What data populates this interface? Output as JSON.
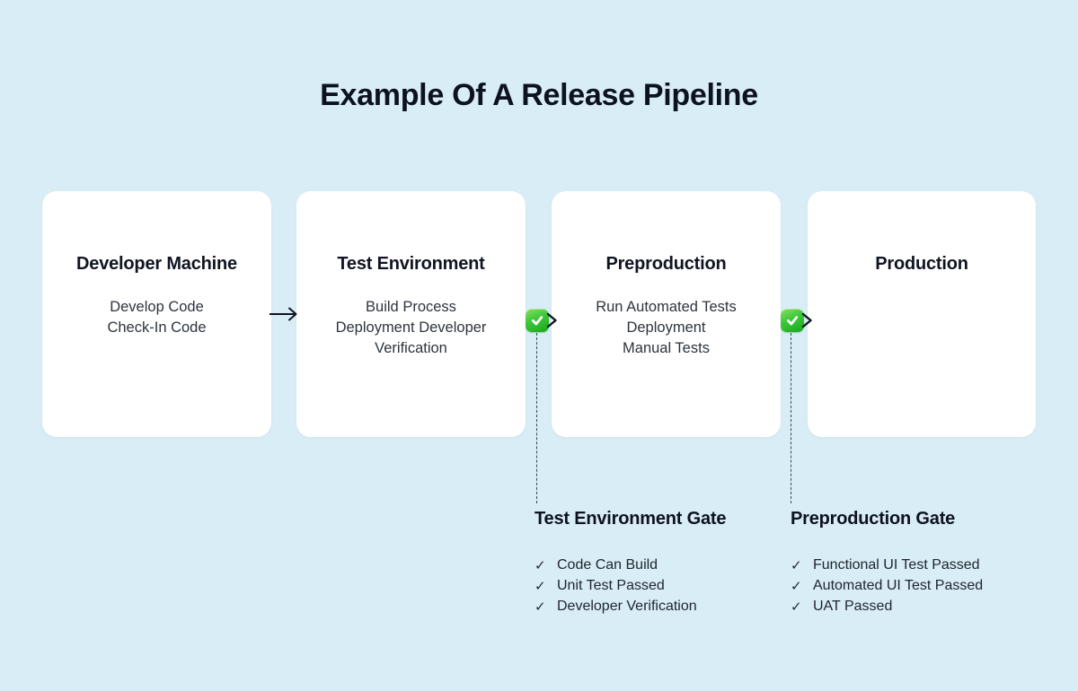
{
  "title": "Example Of A Release Pipeline",
  "colors": {
    "background": "#d9edf6",
    "card": "#ffffff",
    "heading_text": "#0d1220",
    "body_text": "#2e343d",
    "badge_green": "#2fbd31",
    "arrow": "#10141f"
  },
  "stages": [
    {
      "title": "Developer Machine",
      "lines": [
        "Develop Code",
        "Check-In Code"
      ]
    },
    {
      "title": "Test Environment",
      "lines": [
        "Build Process",
        "Deployment Developer",
        "Verification"
      ]
    },
    {
      "title": "Preproduction",
      "lines": [
        "Run Automated Tests",
        "Deployment",
        "Manual Tests"
      ]
    },
    {
      "title": "Production",
      "lines": []
    }
  ],
  "connectors": [
    {
      "type": "arrow"
    },
    {
      "type": "gate-pass-check"
    },
    {
      "type": "gate-pass-check"
    }
  ],
  "gates": [
    {
      "title": "Test Environment Gate",
      "checks": [
        "Code Can Build",
        "Unit Test Passed",
        "Developer Verification"
      ]
    },
    {
      "title": "Preproduction Gate",
      "checks": [
        "Functional UI Test Passed",
        "Automated UI Test Passed",
        "UAT Passed"
      ]
    }
  ],
  "icons": {
    "list_check": "✓"
  }
}
